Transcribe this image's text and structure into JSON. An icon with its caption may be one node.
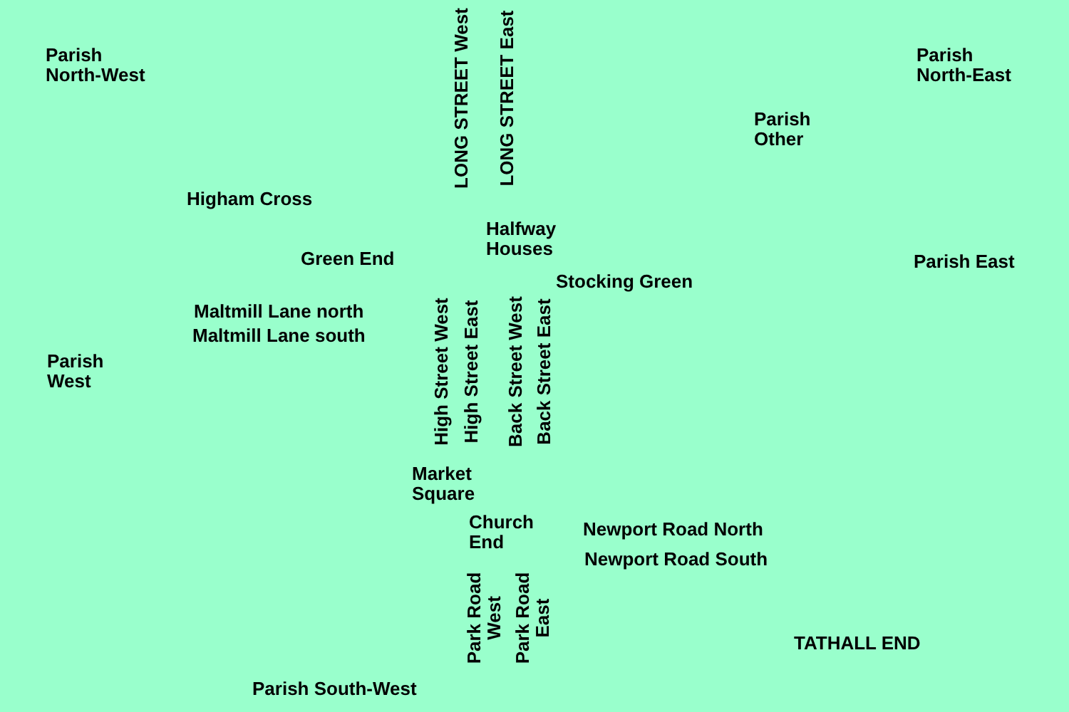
{
  "diagram": {
    "labels": [
      "Parish North-West",
      "LONG STREET West",
      "LONG STREET East",
      "Parish North-East",
      "Parish Other",
      "Higham Cross",
      "Halfway Houses",
      "Green End",
      "Parish East",
      "Stocking Green",
      "Maltmill Lane north",
      "Maltmill Lane south",
      "Parish West",
      "High Street West",
      "High Street East",
      "Back Street West",
      "Back Street East",
      "Market Square",
      "Church End",
      "Newport Road North",
      "Newport Road South",
      "Park Road West",
      "Park Road East",
      "TATHALL END",
      "Parish South-West"
    ]
  }
}
